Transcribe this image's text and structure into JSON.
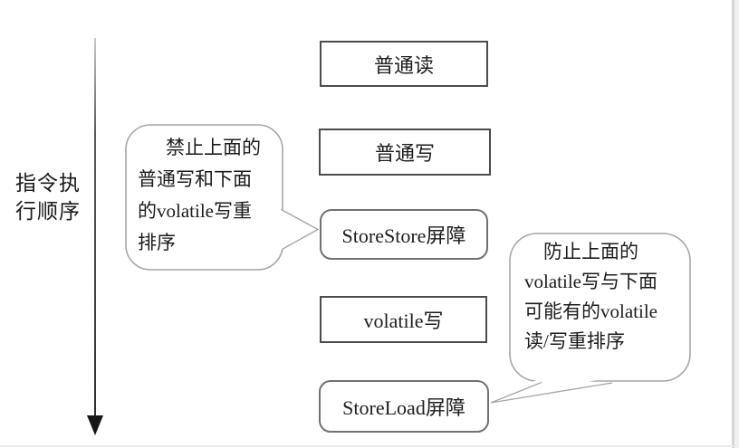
{
  "diagram": {
    "sequence_label": "指令执行顺序",
    "nodes": [
      {
        "label": "普通读"
      },
      {
        "label": "普通写"
      },
      {
        "label": "StoreStore屏障"
      },
      {
        "label": "volatile写"
      },
      {
        "label": "StoreLoad屏障"
      }
    ],
    "callouts": {
      "left": {
        "target": "StoreStore屏障",
        "text": "禁止上面的普通写和下面的volatile写重排序",
        "lines": [
          "禁止上面的",
          "普通写和下面",
          "的volatile写重",
          "排序"
        ]
      },
      "right": {
        "target": "StoreLoad屏障",
        "text": "防止上面的volatile写与下面可能有的volatile读/写重排序",
        "lines": [
          "防止上面的",
          "volatile写与下面",
          "可能有的volatile",
          "读/写重排序"
        ]
      }
    },
    "colors": {
      "box_border": "#4c4c4c",
      "rounded_box_border": "#717171",
      "bubble_border": "#a6a6a6",
      "text": "#1d1d1d",
      "arrow": "#161616",
      "page_edge": "#d6d6d6"
    }
  }
}
